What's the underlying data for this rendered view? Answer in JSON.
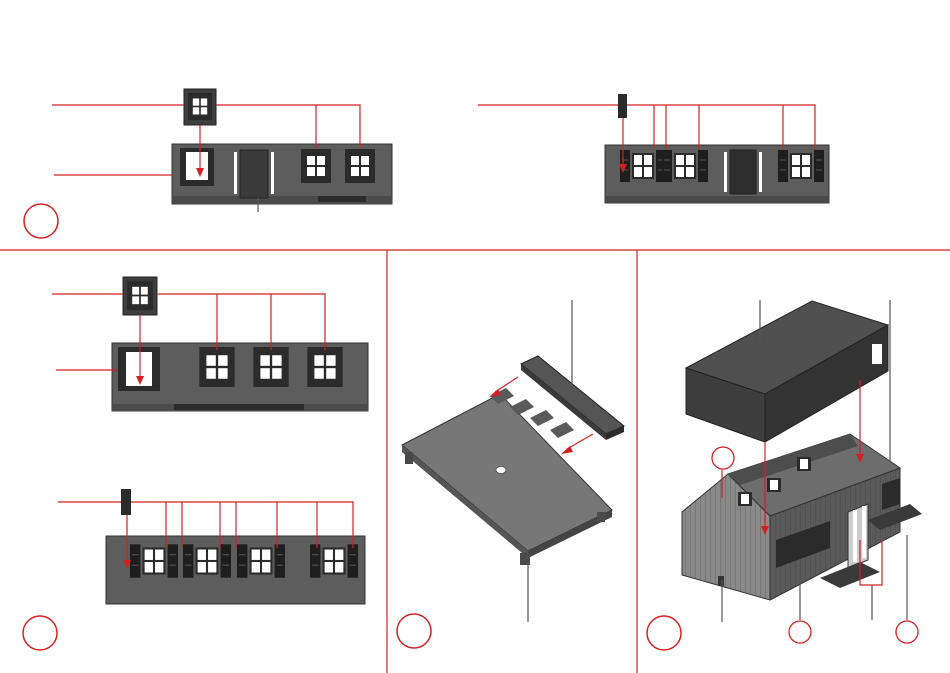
{
  "document": {
    "type": "assembly-instructions",
    "panels": [
      {
        "id": "step-1",
        "label": ""
      },
      {
        "id": "step-2",
        "label": ""
      },
      {
        "id": "step-3",
        "label": ""
      },
      {
        "id": "step-4",
        "label": ""
      }
    ],
    "callouts": [
      "",
      "",
      "",
      ""
    ]
  },
  "colors": {
    "accent": "#d42020",
    "ink": "#3a3a3a",
    "wall": "#575757",
    "wall_dark": "#3c3c3c",
    "frame": "#2b2b2b",
    "glass": "#ffffff"
  }
}
